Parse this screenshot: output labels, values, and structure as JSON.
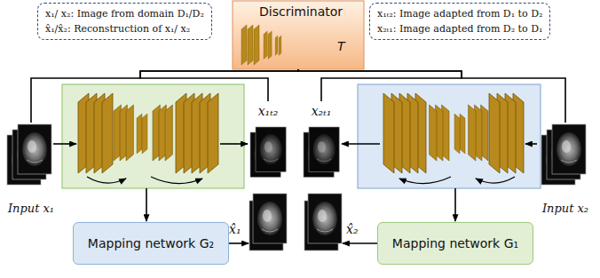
{
  "diagram": {
    "nodes": [
      {
        "text": [
          "x₁/ x₂: Image from domain D₁/D₂",
          "x̂₁/x̂₂: Reconstruction of x₁/ x₂"
        ]
      },
      {
        "text": [
          "Discriminator",
          "T"
        ]
      },
      {
        "text": [
          "x₁ₜ₂: Image adapted from D₁ to D₂",
          "x₂ₜ₁: Image adapted from D₂ to D₁"
        ]
      },
      {
        "text": [
          "x₁ₜ₂"
        ]
      },
      {
        "text": [
          "x₂ₜ₁"
        ]
      },
      {
        "text": [
          "Input x₁"
        ]
      },
      {
        "text": [
          "Input x₂"
        ]
      },
      {
        "text": [
          "x̂₁"
        ]
      },
      {
        "text": [
          "x̂₂"
        ]
      },
      {
        "text": [
          "Mapping network G₂"
        ]
      },
      {
        "text": [
          "Mapping network G₁"
        ]
      }
    ],
    "edges": [
      {
        "from": 1,
        "to": 5,
        "arrow": "none"
      },
      {
        "from": 1,
        "to": 3,
        "arrow": "none"
      },
      {
        "from": 1,
        "to": 4,
        "arrow": "none"
      },
      {
        "from": 1,
        "to": 6,
        "arrow": "none"
      },
      {
        "from": 9,
        "to": 7,
        "arrow": "to"
      },
      {
        "from": 10,
        "to": 8,
        "arrow": "to"
      }
    ]
  }
}
